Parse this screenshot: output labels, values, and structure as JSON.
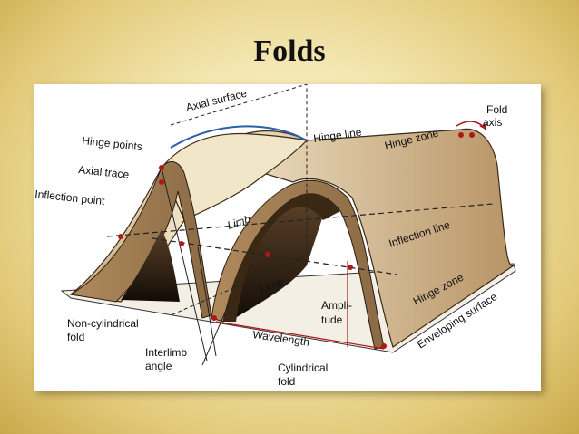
{
  "slide": {
    "title": "Folds"
  },
  "labels": {
    "axial_surface": "Axial surface",
    "hinge_line": "Hinge line",
    "fold_axis_1": "Fold",
    "fold_axis_2": "axis",
    "hinge_zone_top": "Hinge zone",
    "hinge_points": "Hinge points",
    "axial_trace": "Axial trace",
    "inflection_point": "Inflection point",
    "limb_upper": "Limb",
    "limb_lower": "Limb",
    "inflection_line": "Inflection line",
    "hinge_zone_lower": "Hinge zone",
    "amplitude_1": "Ampli-",
    "amplitude_2": "tude",
    "wavelength": "Wavelength",
    "enveloping_surface": "Enveloping surface",
    "non_cylindrical_1": "Non-cylindrical",
    "non_cylindrical_2": "fold",
    "interlimb_1": "Interlimb",
    "interlimb_2": "angle",
    "cylindrical_1": "Cylindrical",
    "cylindrical_2": "fold"
  },
  "colors": {
    "rock_light": "#efe2c2",
    "rock_mid": "#d9c39a",
    "rock_dark": "#8a6a45",
    "shadow": "#1a1208",
    "hinge_line_blue": "#2a5fa8",
    "point_red": "#b01818"
  }
}
